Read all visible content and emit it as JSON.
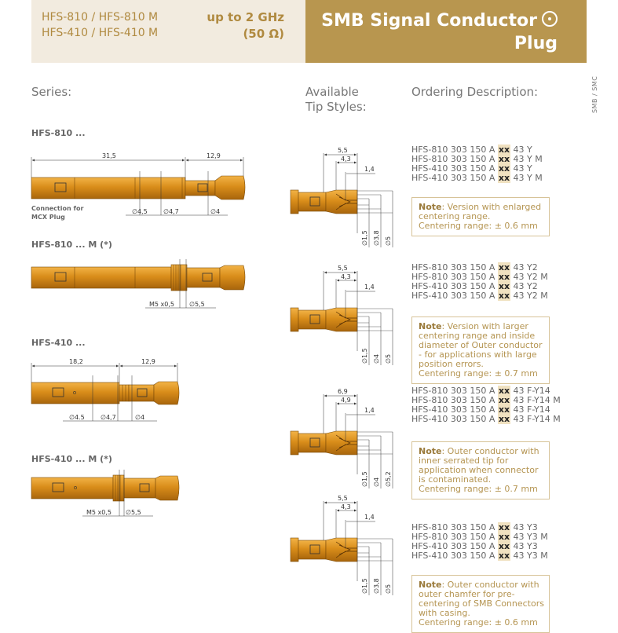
{
  "header": {
    "series_line1": "HFS-810 / HFS-810 M",
    "series_line2": "HFS-410 / HFS-410 M",
    "freq_line1": "up to 2 GHz",
    "freq_line2": "(50 Ω)",
    "title_line1": "SMB Signal Conductor",
    "title_line2": "Plug"
  },
  "side_tab": "SMB / SMC",
  "columns": {
    "series": "Series:",
    "tip_line1": "Available",
    "tip_line2": "Tip Styles:",
    "ordering": "Ordering Description:"
  },
  "series_labels": [
    "HFS-810 ...",
    "HFS-810 ... M (*)",
    "HFS-410 ...",
    "HFS-410 ... M (*)"
  ],
  "mcx_note": [
    "Connection for",
    "MCX Plug"
  ],
  "dims": {
    "s1": {
      "total": "31,5",
      "right": "12,9",
      "d1": "4,5",
      "d2": "4,7",
      "d3": "4"
    },
    "s2": {
      "thread": "M5 x0,5",
      "d": "5,5"
    },
    "s3": {
      "left": "18,2",
      "right": "12,9",
      "d1": "4.5",
      "d2": "4,7",
      "d3": "4"
    },
    "s4": {
      "thread": "M5 x0,5",
      "d": "5,5"
    }
  },
  "tips": [
    {
      "a": "5,5",
      "b": "4,3",
      "c": "1,4",
      "v1": "1,5",
      "v2": "3,8",
      "v3": "5"
    },
    {
      "a": "5,5",
      "b": "4,3",
      "c": "1,4",
      "v1": "1,5",
      "v2": "4",
      "v3": "5"
    },
    {
      "a": "6,9",
      "b": "4,9",
      "c": "1,4",
      "v1": "1,5",
      "v2": "4",
      "v3": "5,2"
    },
    {
      "a": "5,5",
      "b": "4,3",
      "c": "1,4",
      "v1": "1,5",
      "v2": "3,8",
      "v3": "5"
    }
  ],
  "ordering": [
    {
      "lines": [
        [
          "HFS-810 303 150 A ",
          "xx",
          " 43 Y"
        ],
        [
          "HFS-810 303 150 A ",
          "xx",
          " 43 Y M"
        ],
        [
          "HFS-410 303 150 A ",
          "xx",
          " 43 Y"
        ],
        [
          "HFS-410 303 150 A ",
          "xx",
          " 43 Y M"
        ]
      ],
      "note_label": "Note",
      "note_text": ": Version with enlarged centering range.",
      "note_range": "Centering range: ± 0.6 mm"
    },
    {
      "lines": [
        [
          "HFS-810 303 150 A ",
          "xx",
          " 43 Y2"
        ],
        [
          "HFS-810 303 150 A ",
          "xx",
          " 43 Y2 M"
        ],
        [
          "HFS-410 303 150 A ",
          "xx",
          " 43 Y2"
        ],
        [
          "HFS-410 303 150 A ",
          "xx",
          " 43 Y2 M"
        ]
      ],
      "note_label": "Note",
      "note_text": ": Version with larger centering range and inside diameter of Outer conductor - for applications with large position errors.",
      "note_range": "Centering range: ± 0.7 mm"
    },
    {
      "lines": [
        [
          "HFS-810 303 150 A ",
          "xx",
          " 43 F-Y14"
        ],
        [
          "HFS-810 303 150 A ",
          "xx",
          " 43 F-Y14 M"
        ],
        [
          "HFS-410 303 150 A ",
          "xx",
          " 43 F-Y14"
        ],
        [
          "HFS-410 303 150 A ",
          "xx",
          " 43 F-Y14 M"
        ]
      ],
      "note_label": "Note",
      "note_text": ": Outer conductor with inner serrated tip for application when connector is contaminated.",
      "note_range": "Centering range: ± 0.7 mm"
    },
    {
      "lines": [
        [
          "HFS-810 303 150 A ",
          "xx",
          " 43 Y3"
        ],
        [
          "HFS-810 303 150 A ",
          "xx",
          " 43 Y3 M"
        ],
        [
          "HFS-410 303 150 A ",
          "xx",
          " 43 Y3"
        ],
        [
          "HFS-410 303 150 A ",
          "xx",
          " 43 Y3 M"
        ]
      ],
      "note_label": "Note",
      "note_text": ": Outer conductor with outer chamfer for pre-centering of SMB Connectors with casing.",
      "note_range": "Centering range: ± 0.6 mm"
    }
  ],
  "colors": {
    "gold": "#b8964f",
    "cream": "#f2ebdf",
    "pin": "#d9921c"
  }
}
